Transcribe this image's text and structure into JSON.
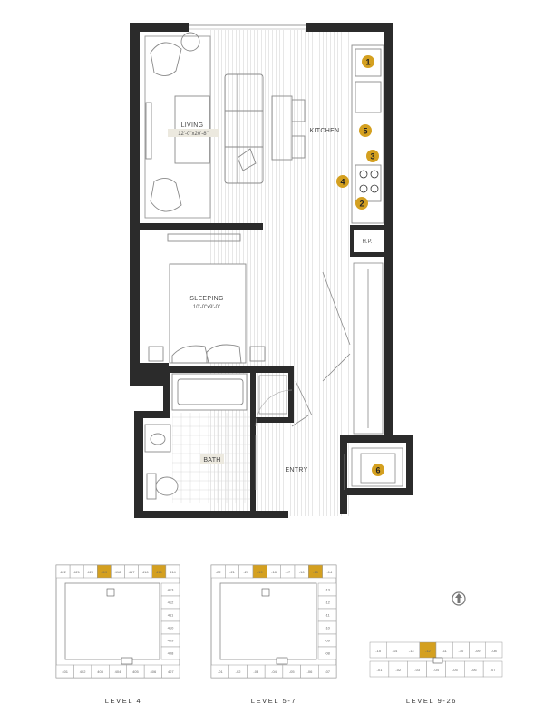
{
  "rooms": {
    "living": {
      "name": "LIVING",
      "dims": "12'-0\"x20'-8\""
    },
    "kitchen": {
      "name": "KITCHEN"
    },
    "sleeping": {
      "name": "SLEEPING",
      "dims": "10'-0\"x9'-0\""
    },
    "bath": {
      "name": "BATH"
    },
    "entry": {
      "name": "ENTRY"
    },
    "hp": {
      "name": "H.P."
    }
  },
  "markers": [
    "1",
    "2",
    "3",
    "4",
    "5",
    "6"
  ],
  "colors": {
    "wall": "#2b2b2b",
    "accent": "#d4a020",
    "line": "#9a9a9a",
    "label_bg": "#ece9df"
  },
  "keyplans": [
    {
      "label": "LEVEL 4",
      "top_units": [
        "422",
        "421",
        "420",
        "419",
        "418",
        "417",
        "416",
        "415",
        "414"
      ],
      "top_highlight": [
        3,
        7
      ],
      "right_units": [
        "413",
        "412",
        "411",
        "410",
        "409",
        "408"
      ],
      "bottom_units": [
        "401",
        "402",
        "403",
        "404",
        "405",
        "406",
        "407"
      ]
    },
    {
      "label": "LEVEL 5-7",
      "top_units": [
        "-22",
        "-21",
        "-20",
        "-19",
        "-18",
        "-17",
        "-16",
        "-15",
        "-14"
      ],
      "top_highlight": [
        3,
        7
      ],
      "right_units": [
        "-13",
        "-12",
        "-11",
        "-10",
        "-09",
        "-08"
      ],
      "bottom_units": [
        "-01",
        "-02",
        "-03",
        "-04",
        "-05",
        "-06",
        "-07"
      ]
    },
    {
      "label": "LEVEL 9-26",
      "top_units": [
        "-15",
        "-14",
        "-13",
        "-12",
        "-11",
        "-10",
        "-09",
        "-08"
      ],
      "top_highlight": [
        3
      ],
      "bottom_units": [
        "-01",
        "-02",
        "-03",
        "-04",
        "-05",
        "-06",
        "-07"
      ]
    }
  ],
  "north_icon": "north-arrow-icon"
}
